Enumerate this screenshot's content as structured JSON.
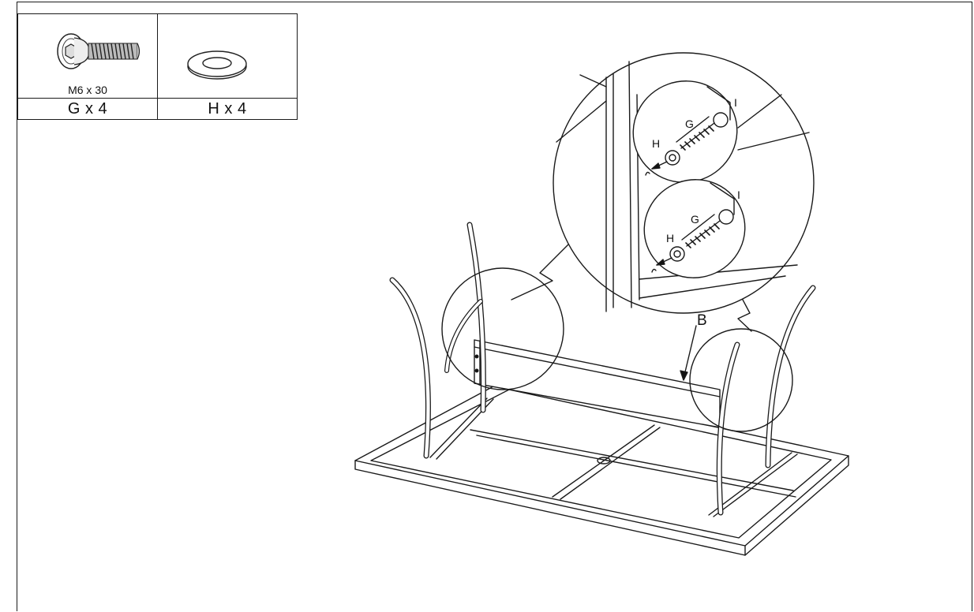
{
  "parts_table": {
    "parts": [
      {
        "icon": "screw-icon",
        "spec": "M6 x 30",
        "quantity": "G x 4"
      },
      {
        "icon": "washer-icon",
        "spec": "",
        "quantity": "H x 4"
      }
    ]
  },
  "diagram": {
    "callout_labels": {
      "top_detail": {
        "screw": "G",
        "washer": "H",
        "part": "I"
      },
      "bottom_detail": {
        "screw": "G",
        "washer": "H",
        "part": "I"
      }
    },
    "part_label": "B"
  }
}
